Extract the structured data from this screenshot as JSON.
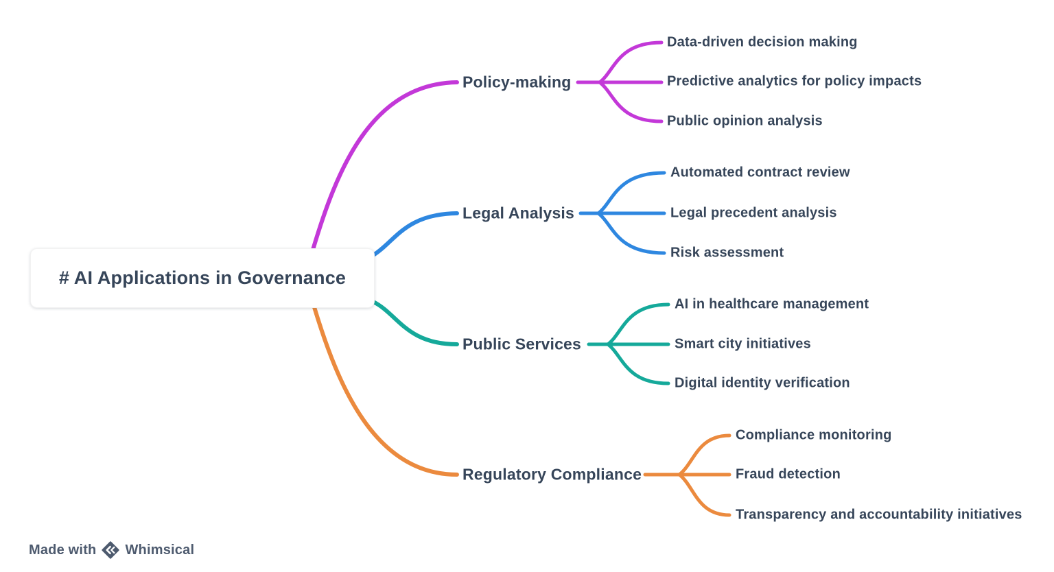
{
  "root": {
    "label": "# AI Applications in Governance"
  },
  "branches": [
    {
      "label": "Policy-making",
      "color": "#c338d8",
      "children": [
        "Data-driven decision making",
        "Predictive analytics for policy impacts",
        "Public opinion analysis"
      ]
    },
    {
      "label": "Legal Analysis",
      "color": "#2e87e0",
      "children": [
        "Automated contract review",
        "Legal precedent analysis",
        "Risk assessment"
      ]
    },
    {
      "label": "Public Services",
      "color": "#15a99a",
      "children": [
        "AI in healthcare management",
        "Smart city initiatives",
        "Digital identity verification"
      ]
    },
    {
      "label": "Regulatory Compliance",
      "color": "#eb8a3e",
      "children": [
        "Compliance monitoring",
        "Fraud detection",
        "Transparency and accountability initiatives"
      ]
    }
  ],
  "watermark": {
    "prefix": "Made with",
    "brand": "Whimsical"
  },
  "colors": {
    "text": "#364559",
    "watermark": "#4d5a6e",
    "background": "#ffffff"
  }
}
